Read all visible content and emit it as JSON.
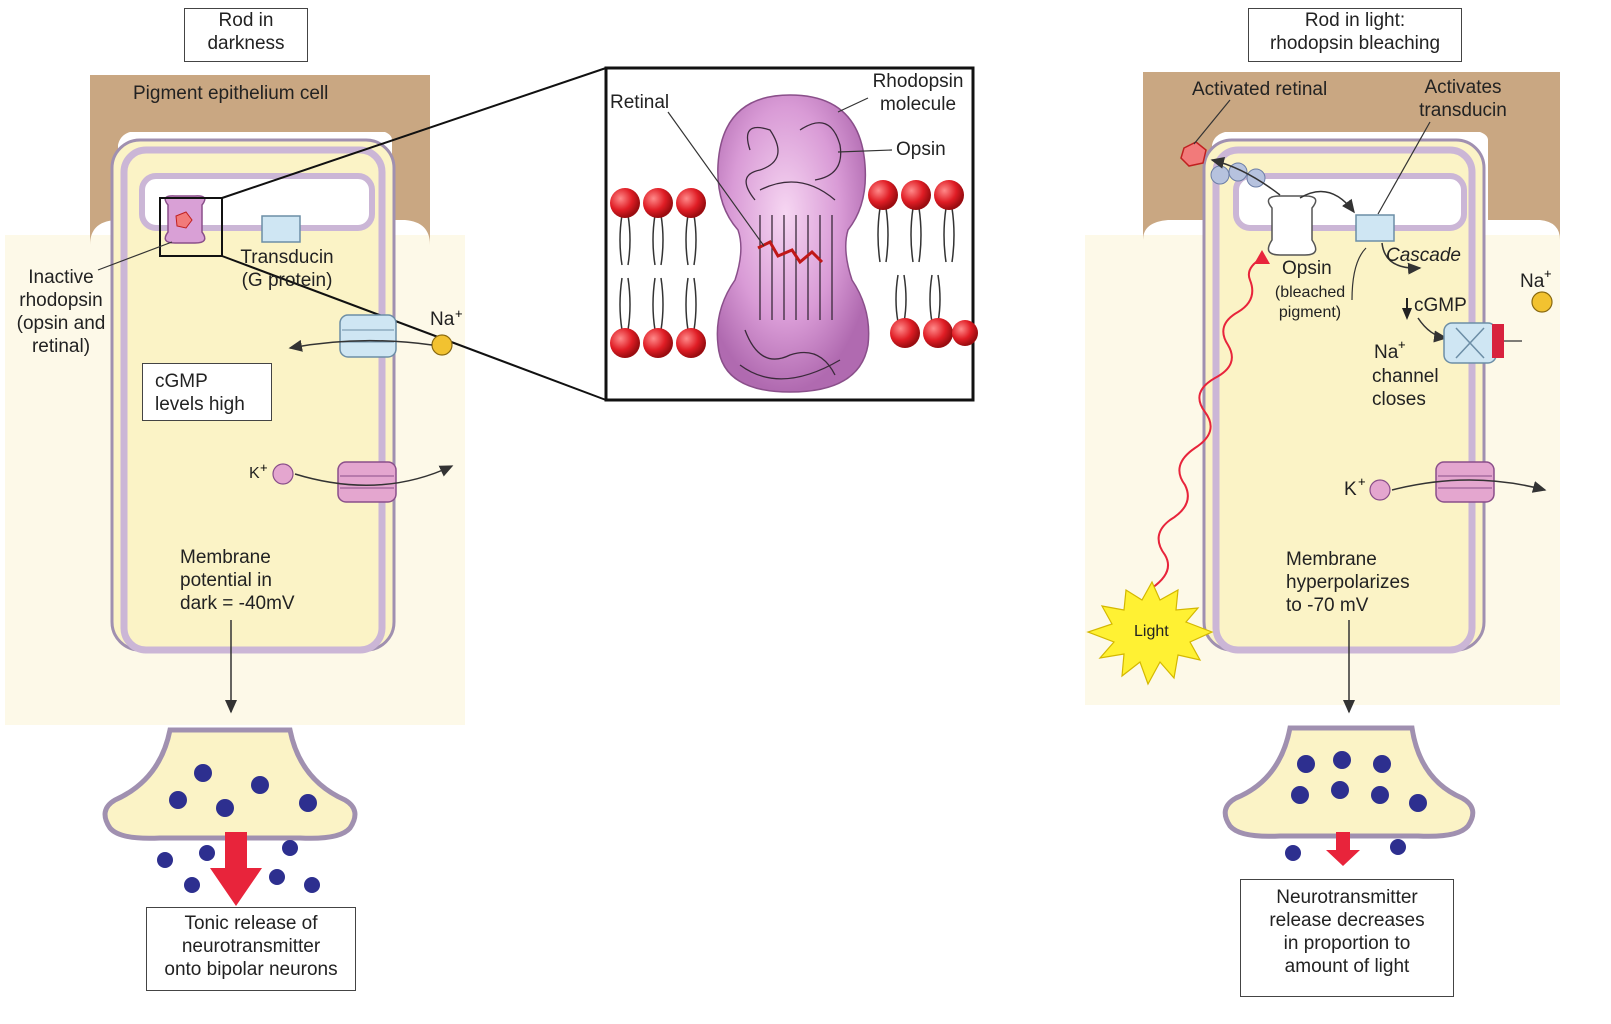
{
  "left_panel": {
    "title": "Rod in\ndarkness",
    "pigment_epithelium": "Pigment epithelium cell",
    "inactive_rhodopsin": "Inactive\nrhodopsin\n(opsin and\nretinal)",
    "transducin": "Transducin\n(G protein)",
    "na_label": "Na",
    "na_charge": "+",
    "cgmp_box": "cGMP\nlevels high",
    "k_label": "K",
    "k_charge": "+",
    "membrane_potential": "Membrane\npotential in\ndark = -40mV",
    "release_box": "Tonic release of\nneurotransmitter\nonto bipolar neurons"
  },
  "inset": {
    "rhodopsin_molecule": "Rhodopsin\nmolecule",
    "retinal": "Retinal",
    "opsin": "Opsin"
  },
  "right_panel": {
    "title": "Rod in light:\nrhodopsin bleaching",
    "activated_retinal": "Activated retinal",
    "activates_transducin": "Activates\ntransducin",
    "cascade": "Cascade",
    "opsin": "Opsin",
    "bleached_pigment": "(bleached\npigment)",
    "cgmp_down": "cGMP",
    "na_label": "Na",
    "na_charge": "+",
    "na_channel_closes": "channel\ncloses",
    "k_label": "K",
    "k_charge": "+",
    "light": "Light",
    "membrane_hyperpolarizes": "Membrane\nhyperpolarizes\nto -70 mV",
    "release_box": "Neurotransmitter\nrelease decreases\nin proportion to\namount of light"
  },
  "colors": {
    "pigment_epithelium": "#c9a782",
    "rod_cytoplasm": "#fbf3c6",
    "membrane_purple": "#cbb6d6",
    "rhodopsin_pink": "#d9a0d6",
    "transducin_blue": "#cfe6f3",
    "na_ion": "#f2c230",
    "k_ion": "#e4a6cf",
    "vesicle_blue": "#2d2f8f",
    "release_arrow_red": "#e8243b",
    "phospholipid_head_red": "#d8222b",
    "light_burst_yellow": "#fff133"
  }
}
